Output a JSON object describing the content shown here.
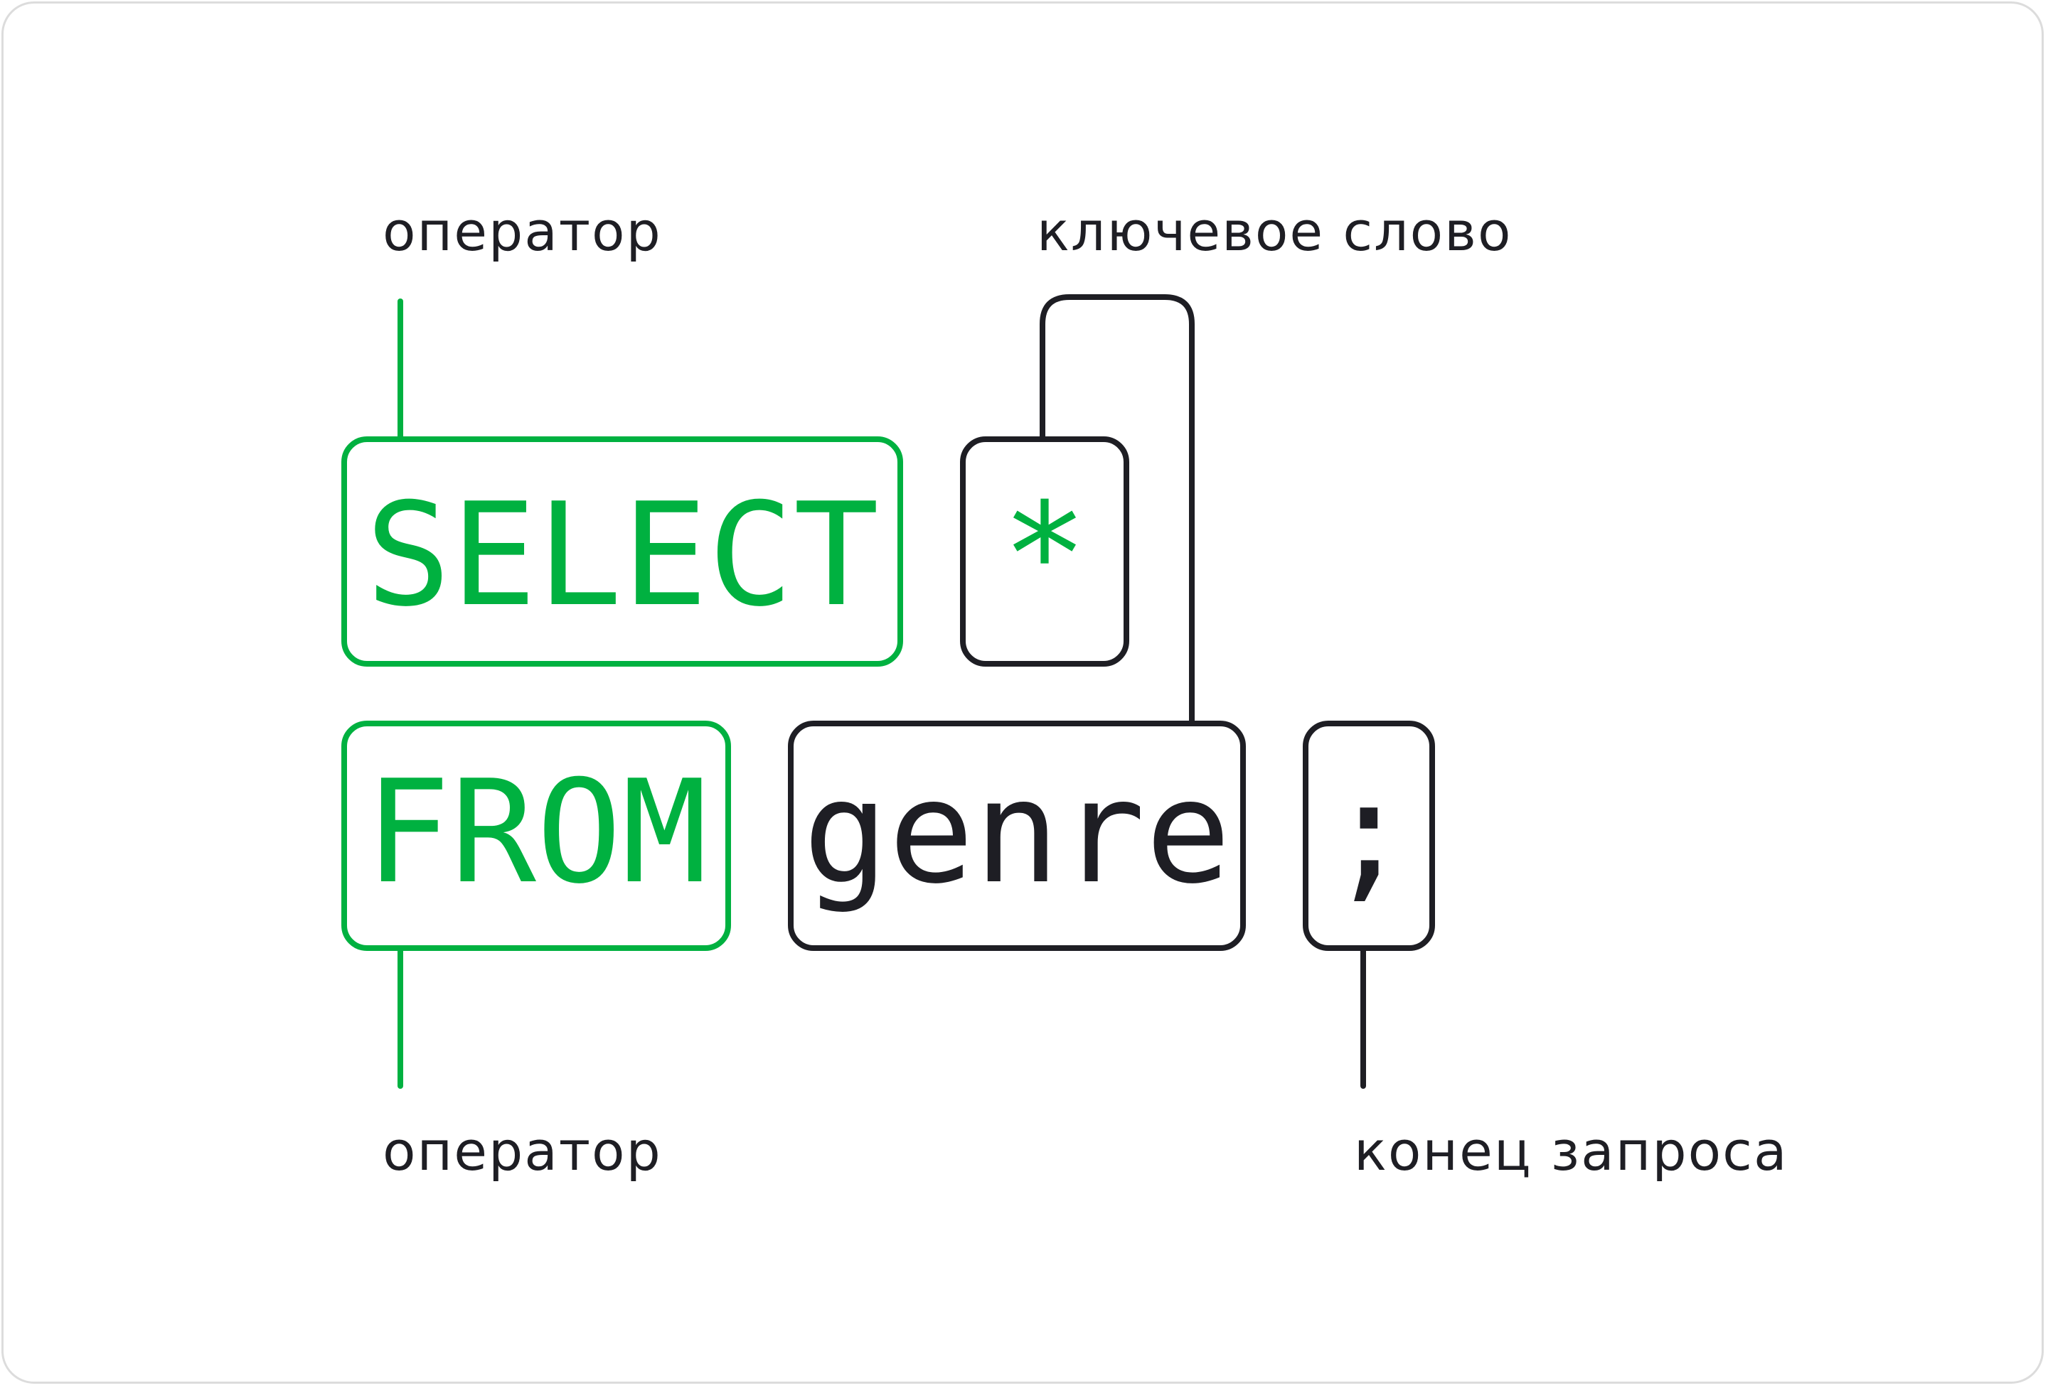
{
  "diagram": {
    "tokens": {
      "select": "SELECT",
      "star": "*",
      "from": "FROM",
      "genre": "genre",
      "semicolon": ";"
    },
    "labels": {
      "operator_top": "оператор",
      "keyword": "ключевое слово",
      "operator_bottom": "оператор",
      "query_end": "конец запроса"
    },
    "colors": {
      "green": "#00B140",
      "dark": "#1E1E24",
      "border": "#DCDCDC"
    }
  }
}
